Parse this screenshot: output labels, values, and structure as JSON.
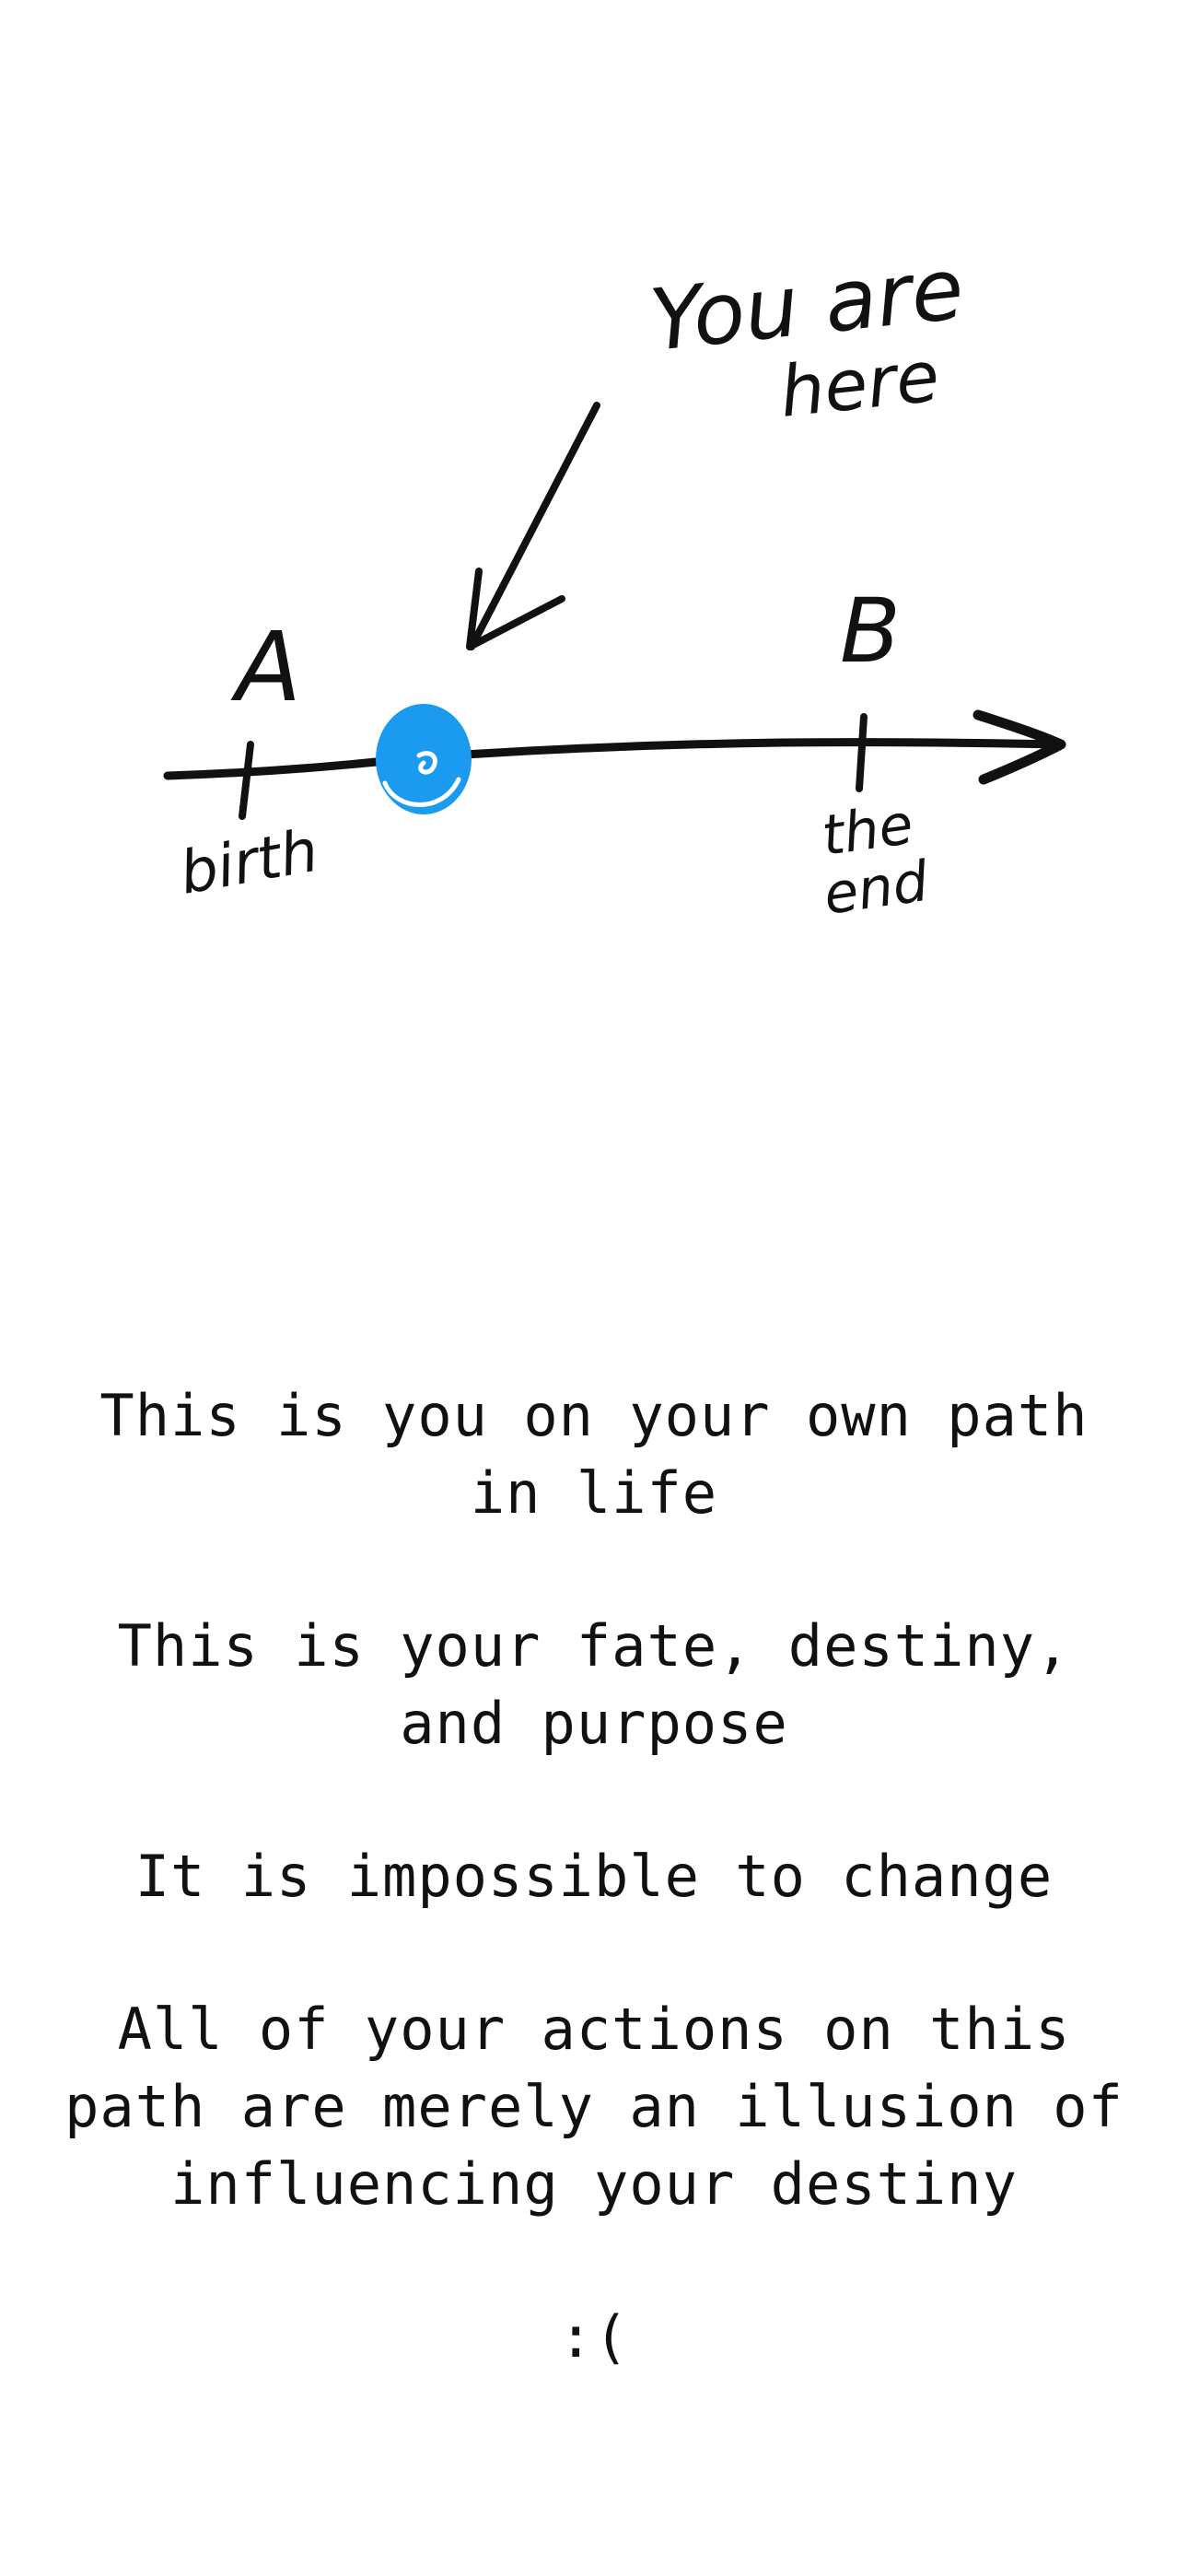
{
  "diagram": {
    "pointer_label_line1": "You are",
    "pointer_label_line2": "here",
    "point_a_label": "A",
    "point_a_caption": "birth",
    "point_b_label": "B",
    "point_b_caption_line1": "the",
    "point_b_caption_line2": "end",
    "marker_color": "#1a9bf0",
    "ink_color": "#111111"
  },
  "message": {
    "paragraphs": [
      "This is you on your own path in life",
      "This is your fate, destiny, and purpose",
      "It is impossible to change",
      "All of your actions on this path are merely an illusion of influencing your destiny"
    ],
    "face": ":("
  }
}
